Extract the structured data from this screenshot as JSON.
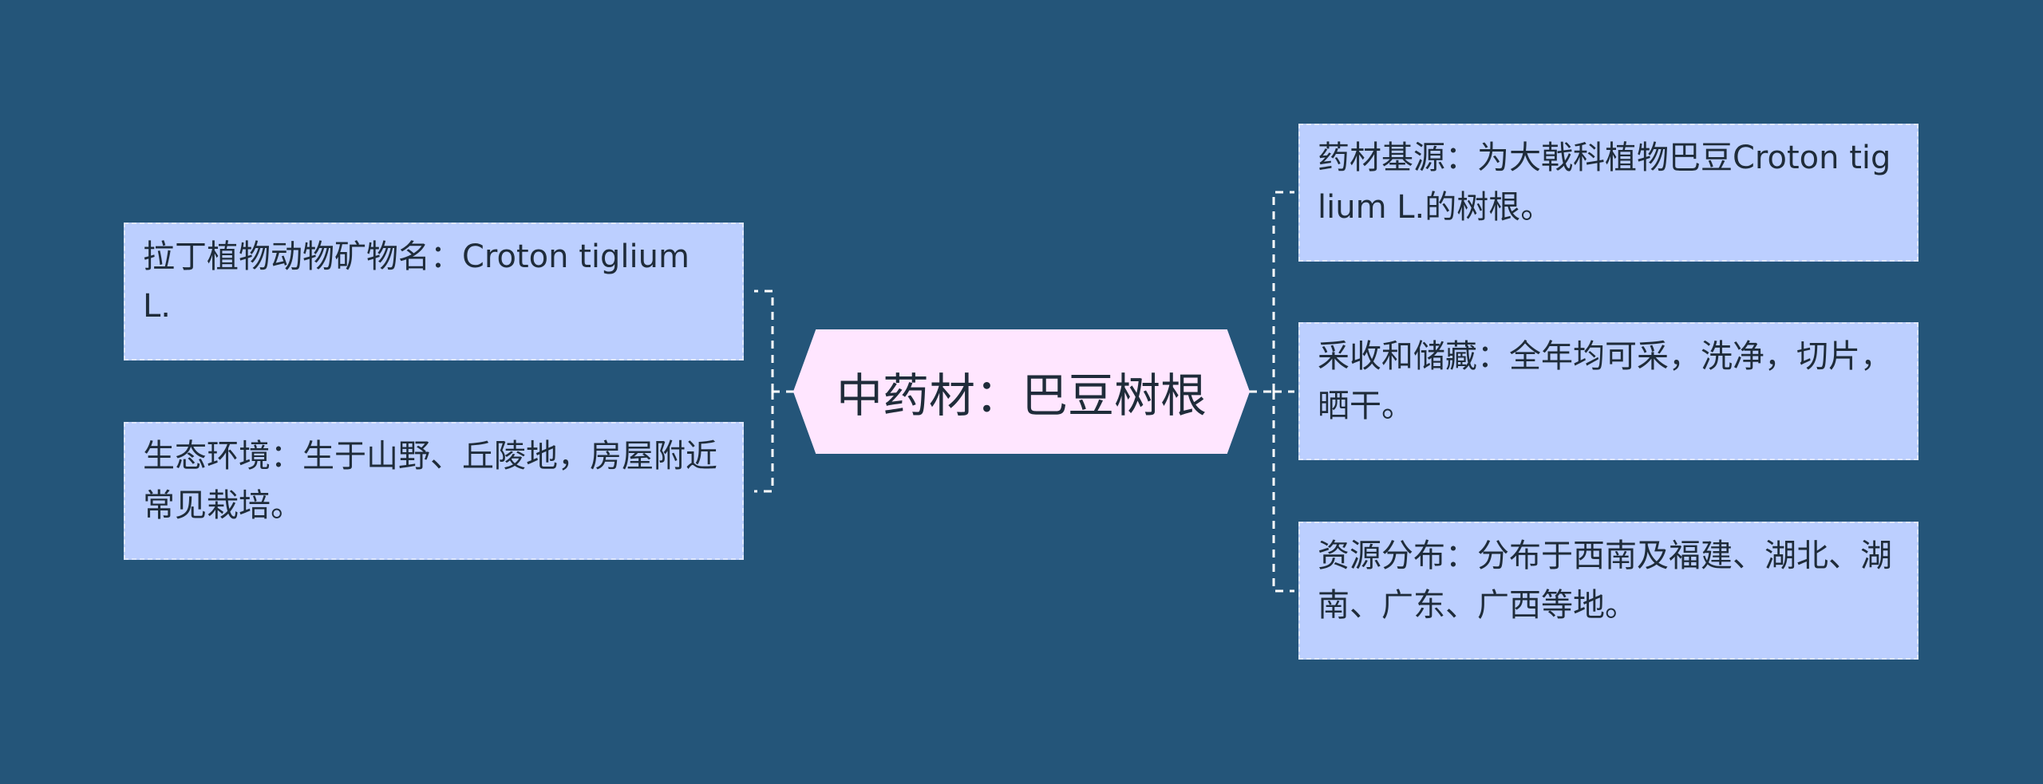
{
  "center": {
    "label": "中药材：巴豆树根"
  },
  "left_branches": [
    {
      "text": "拉丁植物动物矿物名：Croton tiglium L."
    },
    {
      "text": "生态环境：生于山野、丘陵地，房屋附近常见栽培。"
    }
  ],
  "right_branches": [
    {
      "text": "药材基源：为大戟科植物巴豆Croton tiglium L.的树根。"
    },
    {
      "text": "采收和储藏：全年均可采，洗净，切片，晒干。"
    },
    {
      "text": "资源分布：分布于西南及福建、湖北、湖南、广东、广西等地。"
    }
  ],
  "colors": {
    "background": "#245579",
    "center_fill": "#ffe6ff",
    "branch_fill": "#bccfff",
    "connector": "#ffffff"
  }
}
